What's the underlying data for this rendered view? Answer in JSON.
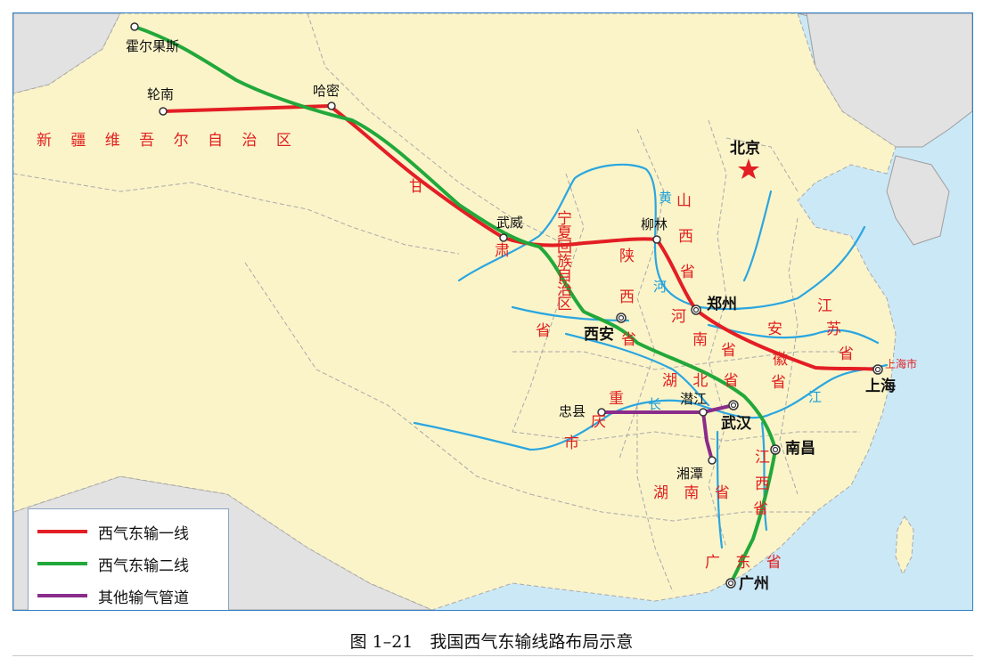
{
  "caption": "图 1–21　我国西气东输线路布局示意",
  "legend": [
    {
      "label": "西气东输一线",
      "color": "#e31e24"
    },
    {
      "label": "西气东输二线",
      "color": "#22a83a"
    },
    {
      "label": "其他输气管道",
      "color": "#8a2c8c"
    }
  ],
  "cities": {
    "huoerguosi": "霍尔果斯",
    "lunnan": "轮南",
    "hami": "哈密",
    "wuwei": "武威",
    "yulin": "柳林",
    "beijing": "北京",
    "zhengzhou": "郑州",
    "xian": "西安",
    "shanghai": "上海",
    "shanghai_shi": "上海市",
    "zhongxian": "忠县",
    "qianjiang": "潜江",
    "wuhan": "武汉",
    "nanchang": "南昌",
    "xiangtan": "湘潭",
    "guangzhou": "广州"
  },
  "regions": {
    "xinjiang": "新 疆 维 吾 尔 自 治 区",
    "gansu_1": "甘",
    "gansu_2": "肃",
    "ningxia_1": "宁",
    "ningxia_2": "夏",
    "ningxia_3": "回",
    "ningxia_4": "族",
    "ningxia_5": "自",
    "ningxia_6": "治",
    "ningxia_7": "区",
    "shanxi_1": "山",
    "shanxi_2": "西",
    "shanxi_3": "省",
    "shaanxi_1": "陕",
    "shaanxi_2": "西",
    "shaanxi_3": "省",
    "henan_1": "河",
    "henan_2": "南",
    "henan_3": "省",
    "anhui_1": "安",
    "anhui_2": "徽",
    "anhui_3": "省",
    "jiangsu_1": "江",
    "jiangsu_2": "苏",
    "jiangsu_3": "省",
    "hubei": "湖 北 省",
    "chongqing_1": "重",
    "chongqing_2": "庆",
    "chongqing_3": "市",
    "hunan": "湖 南 省",
    "jiangxi_1": "江",
    "jiangxi_2": "西",
    "jiangxi_3": "省",
    "guangdong": "广 东 省",
    "sichuan_sheng": "省"
  },
  "rivers": {
    "huanghe_1": "黄",
    "huanghe_2": "河",
    "changjiang_1": "长",
    "changjiang_2": "江"
  },
  "colors": {
    "sea": "#cbe8f6",
    "land": "#fbf4c9",
    "foreign_land": "#e2e2e2",
    "river": "#2aa6e0",
    "pipeline_one": "#e31e24",
    "pipeline_two": "#22a83a",
    "pipeline_other": "#8a2c8c",
    "capital_star": "#e31e24"
  },
  "icons": {
    "capital": "star-icon",
    "city": "circle-icon"
  }
}
